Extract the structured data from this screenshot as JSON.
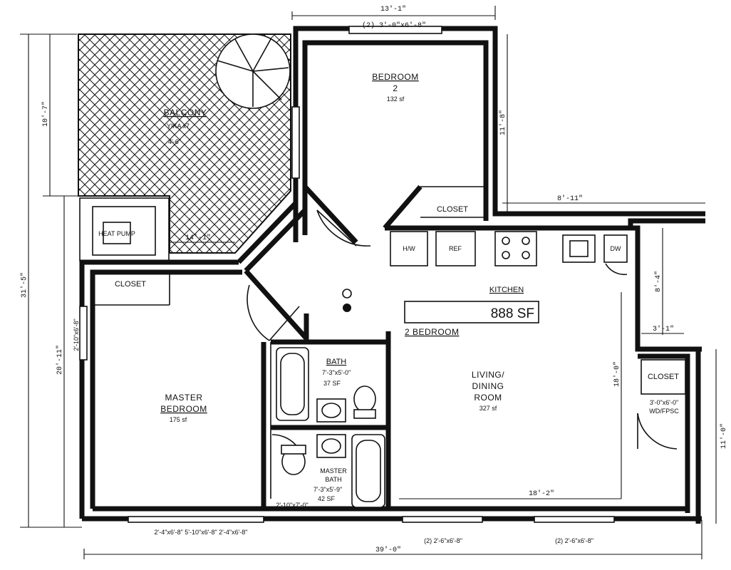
{
  "rooms": {
    "bedroom2": {
      "name": "BEDROOM",
      "number": "2",
      "area": "132 sf"
    },
    "balcony": {
      "name": "BALCONY",
      "sub1": "YIKA x7",
      "sub2": "4'-6\""
    },
    "closet_bed2": "CLOSET",
    "closet_master": "CLOSET",
    "closet_entry": "CLOSET",
    "master_bedroom": {
      "line1": "MASTER",
      "line2": "BEDROOM",
      "area": "175 sf"
    },
    "bath": {
      "name": "BATH",
      "size": "7'-3\"x5'-0\"",
      "area": "37 SF"
    },
    "master_bath": {
      "line1": "MASTER",
      "line2": "BATH",
      "size": "7'-3\"x5'-9\"",
      "area": "42 SF"
    },
    "living": {
      "line1": "LIVING/",
      "line2": "DINING",
      "line3": "ROOM",
      "area": "327 sf"
    },
    "kitchen": "KITCHEN"
  },
  "summary": {
    "area": "888 SF",
    "type": "2 BEDROOM"
  },
  "appliances": {
    "hw": "H/W",
    "ref": "REF",
    "dw": "DW",
    "heater": "HEAT PUMP"
  },
  "dimensions": {
    "top": "13'-1\"",
    "right_upper": "11'-8\"",
    "kitchen_offset": "8'-11\"",
    "kitchen_depth": "8'-4\"",
    "entry_width": "3'-1\"",
    "living_height": "18'-0\"",
    "right_lower": "11'-0\"",
    "left_upper": "10'-7\"",
    "left_total": "31'-5\"",
    "left_lower": "20'-11\"",
    "living_width": "18'-2\"",
    "bottom_total": "39'-0\"",
    "balcony_small": "14'-1\"",
    "bath_door": "2'-10\"x7'-0\""
  },
  "windows": {
    "top": "(2) 3'-0\"x6'-8\"",
    "master_side": "2'-10\"x6'-8\"",
    "bottom_a": "2'-4\"x6'-8\" 5'-10\"x6'-8\" 2'-4\"x6'-8\"",
    "bottom_b": "(2) 2'-6\"x6'-8\"",
    "bottom_c": "(2) 2'-6\"x6'-8\"",
    "closet_door": "3'-0\"x6'-0\"",
    "closet_door2": "WD/FPSC"
  }
}
